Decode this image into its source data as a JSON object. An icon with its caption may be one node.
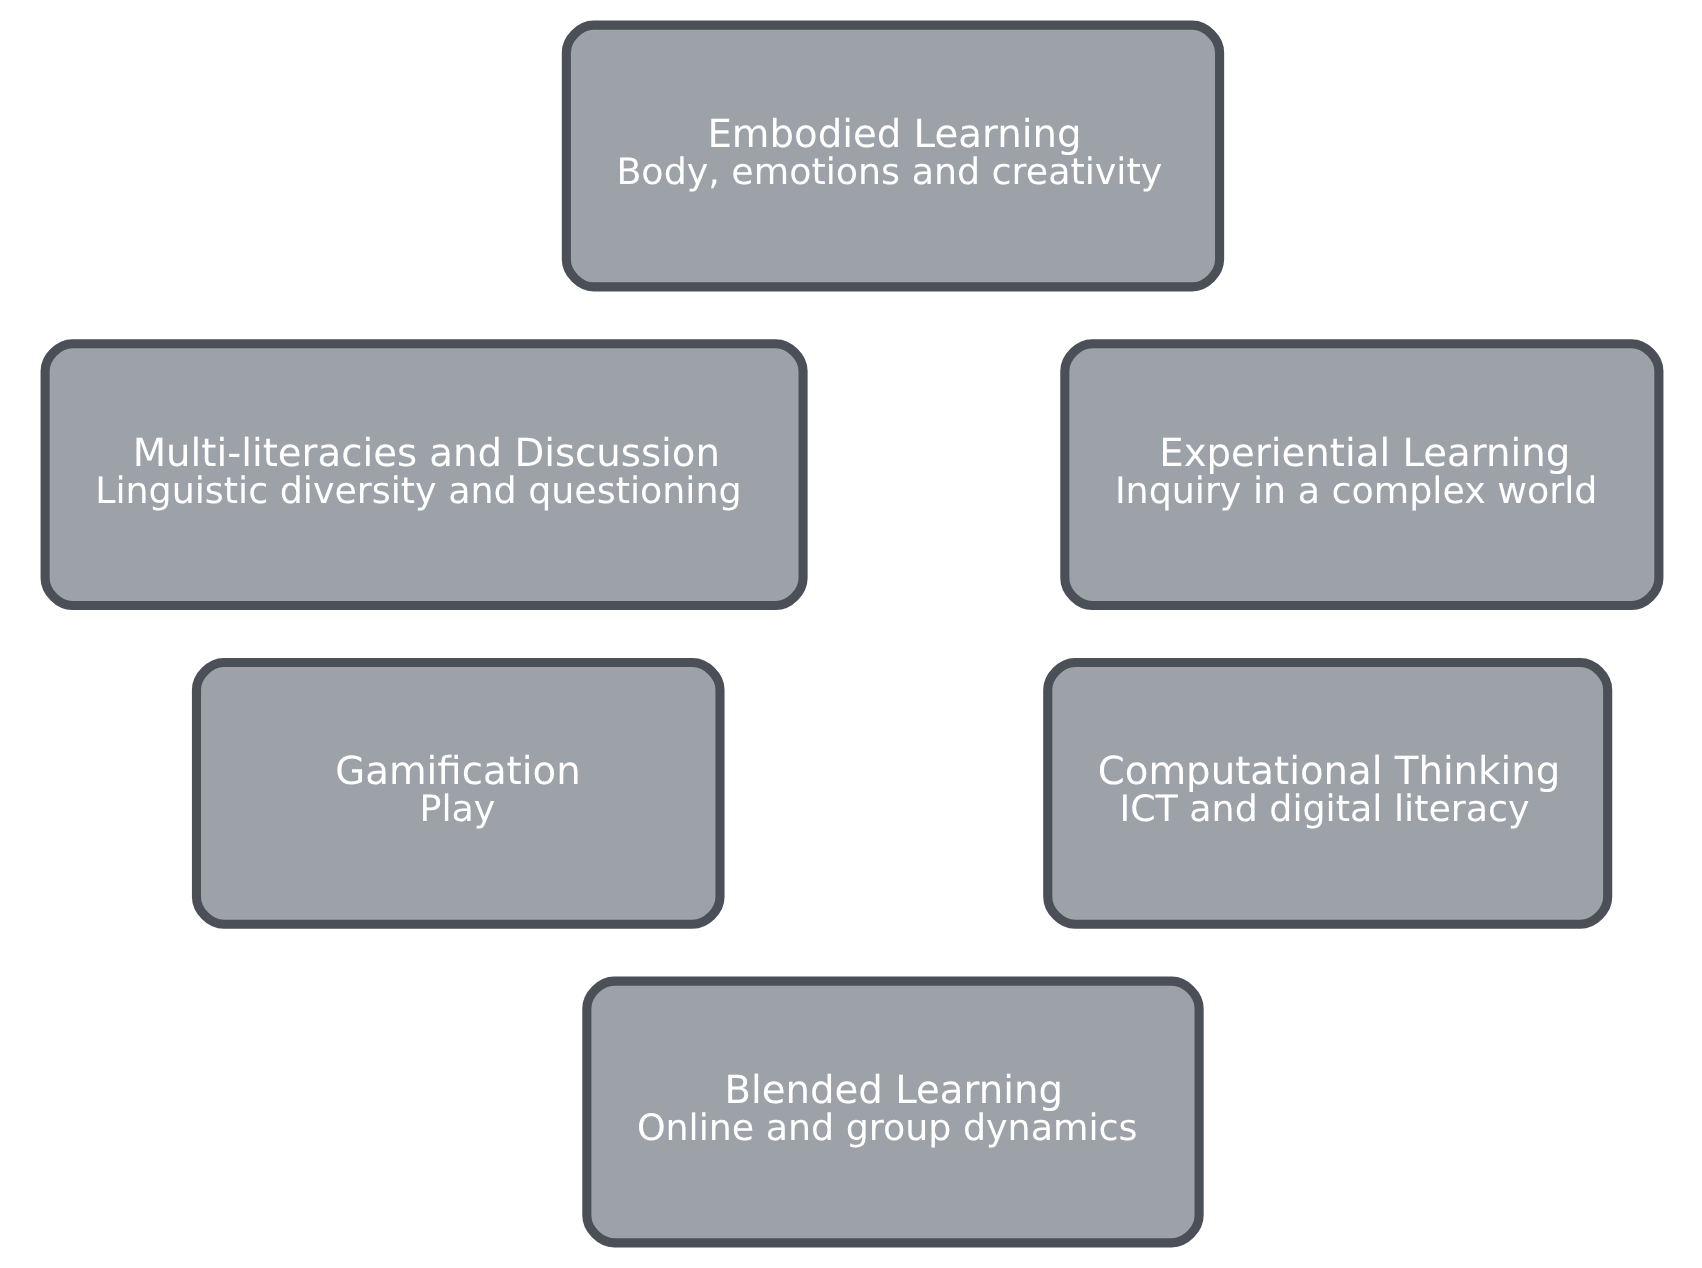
{
  "diagram": {
    "nodes": [
      {
        "text": [
          "Embodied Learning",
          "Body, emotions and creativity"
        ]
      },
      {
        "text": [
          "Multi-literacies and Discussion",
          "Linguistic diversity and questioning"
        ]
      },
      {
        "text": [
          "Experiential Learning",
          "Inquiry in a complex world"
        ]
      },
      {
        "text": [
          "Gamification",
          "Play"
        ]
      },
      {
        "text": [
          "Computational Thinking",
          "ICT and digital literacy"
        ]
      },
      {
        "text": [
          "Blended Learning",
          "Online and group dynamics"
        ]
      }
    ],
    "edges": []
  }
}
